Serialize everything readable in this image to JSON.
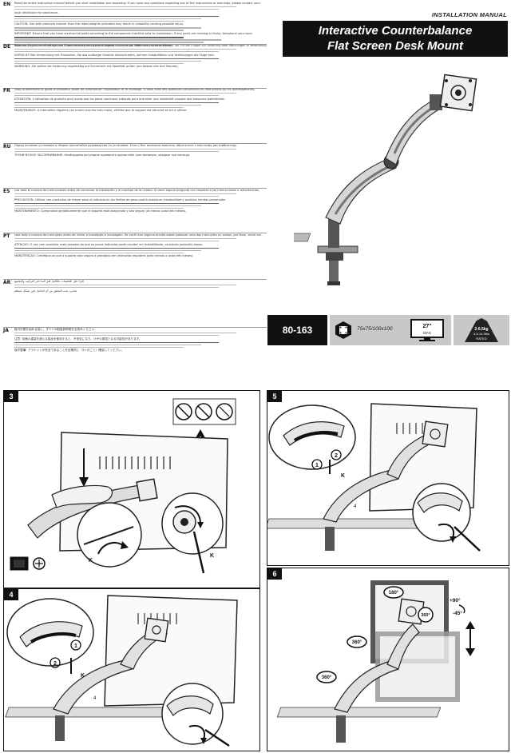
{
  "header": {
    "manual_label": "INSTALLATION MANUAL",
    "title_line1": "Interactive Counterbalance",
    "title_line2": "Flat Screen Desk Mount"
  },
  "languages": [
    {
      "code": "EN",
      "lines": [
        "Read the entire instruction manual before you start installation and assembly. If you have any questions regarding any of the instructions or warnings, please contact your",
        "local distributor for assistance.",
        "CAUTION: Use with products heavier than the rated weights indicated may result in instability causing possible injury.",
        "IMPORTANT: Ensure that you have received all parts according to the component checklist prior to installation. If any parts are missing or faulty, telephone your local",
        "WARNING: Check that the bracket is secure and safe to use at regular intervals (at least every three months)."
      ]
    },
    {
      "code": "DE",
      "lines": [
        "Bitte vor Beginn der Montage und Zusammenbau das ganze Handbuch durchlesen. Bitte sich mit dem Händler vor Ort bei Fragen zur Anleitung oder Warnungen in Verbindung setzen.",
        "VORSICHT: Bei Verwendung mit Produkten, die das zulässige Gewicht überschreiten, können Instabilitäten und Verletzungen die Folge sein.",
        "WARNUNG: Sie sollten die Halterung regelmäßig auf Sicherheit und Stabilität prüfen (am besten alle drei Monate)."
      ]
    },
    {
      "code": "FR",
      "lines": [
        "Lisez entièrement le guide d'utilisateur avant de commencer l'installation et le montage. Si vous avez des questions concernant les instructions ou les avertissements,",
        "ATTENTION: L'utilisation de produits plus lourds que les poids nominaux indiqués peut entraîner une instabilité causant des blessures potentielles.",
        "MAINTENANCE: A intervalles réguliers (au moins tous les trois mois), vérifiez que le support est sécurisé et sûr à utiliser."
      ]
    },
    {
      "code": "RU",
      "lines": [
        "Перед началом установки и сборки прочитайте руководство по установке. Если у Вас возникли вопросы, обратитесь к местному дистрибьютору.",
        "ТЕХНИЧЕСКОЕ ОБСЛУЖИВАНИЕ: Необходимо регулярно проверять кронштейн (как минимум, каждые три месяца)."
      ]
    },
    {
      "code": "ES",
      "lines": [
        "Lea todo el manual de instrucciones antes de comenzar la instalación y el montaje de la unidad. Si tiene alguna pregunta con respecto a las instrucciones o advertencias,",
        "PRECAUCIÓN: Utilizar con productos de mayor peso al indicado en los límites de peso podría ocasionar inestabilidad y posibles heridas personales.",
        "MANTENIMIENTO: Compruebe periódicamente que el soporte esté asegurado y sea seguro (al menos cada tres meses)."
      ]
    },
    {
      "code": "PT",
      "lines": [
        "Leia todo o manual de instruções antes de iniciar a instalação e montagem. Se você tiver alguma dúvida sobre qualquer uma das instruções ou avisos, por favor, entre em contato com o",
        "ATENÇÃO: O uso com produtos mais pesados do que os pesos indicados pode resultar em instabilidade, causando possíveis danos.",
        "MANUTENÇÃO: Certifique-se que o suporte seja seguro e protegido em intervalos regulares (pelo menos a cada três meses)."
      ]
    },
    {
      "code": "AR",
      "lines": [
        "اقرأ دليل التعليمات بالكامل قبل البدء في التركيب والتجميع",
        "تحذير: يجب التحقق من أن الحامل آمن بشكل منتظم"
      ]
    },
    {
      "code": "JA",
      "lines": [
        "取付作業を始める前に、すべての取扱説明書をお読みください。",
        "注意: 定格の重量を超える製品を使用すると、不安定になり、けがの原因となる可能性があります。",
        "保守整備: ブラケットが安全であることを定期的に（3ヶ月ごと）確認してください。"
      ]
    }
  ],
  "specs": {
    "model": "80-163",
    "vesa": "75x75/100x100",
    "screen_size": "27\"",
    "screen_size_sub": "MAX",
    "weight": "2-6.5kg",
    "weight_sub": "4.4-14.3lbs",
    "weight_label": "RATED"
  },
  "panels": [
    {
      "number": "3",
      "labels": {
        "k1": "K",
        "k2": "K"
      }
    },
    {
      "number": "5",
      "labels": {
        "step1": "1",
        "step2": "2",
        "k": "K",
        "arm": "4"
      }
    },
    {
      "number": "4",
      "labels": {
        "step1": "1",
        "step2": "2",
        "k": "K",
        "arm": "4"
      }
    },
    {
      "number": "6",
      "labels": {
        "rot180": "180°",
        "rot360a": "360°",
        "rot360b": "360°",
        "rot360c": "360°",
        "tilt_up": "+90°",
        "tilt_down": "-45°"
      }
    }
  ]
}
